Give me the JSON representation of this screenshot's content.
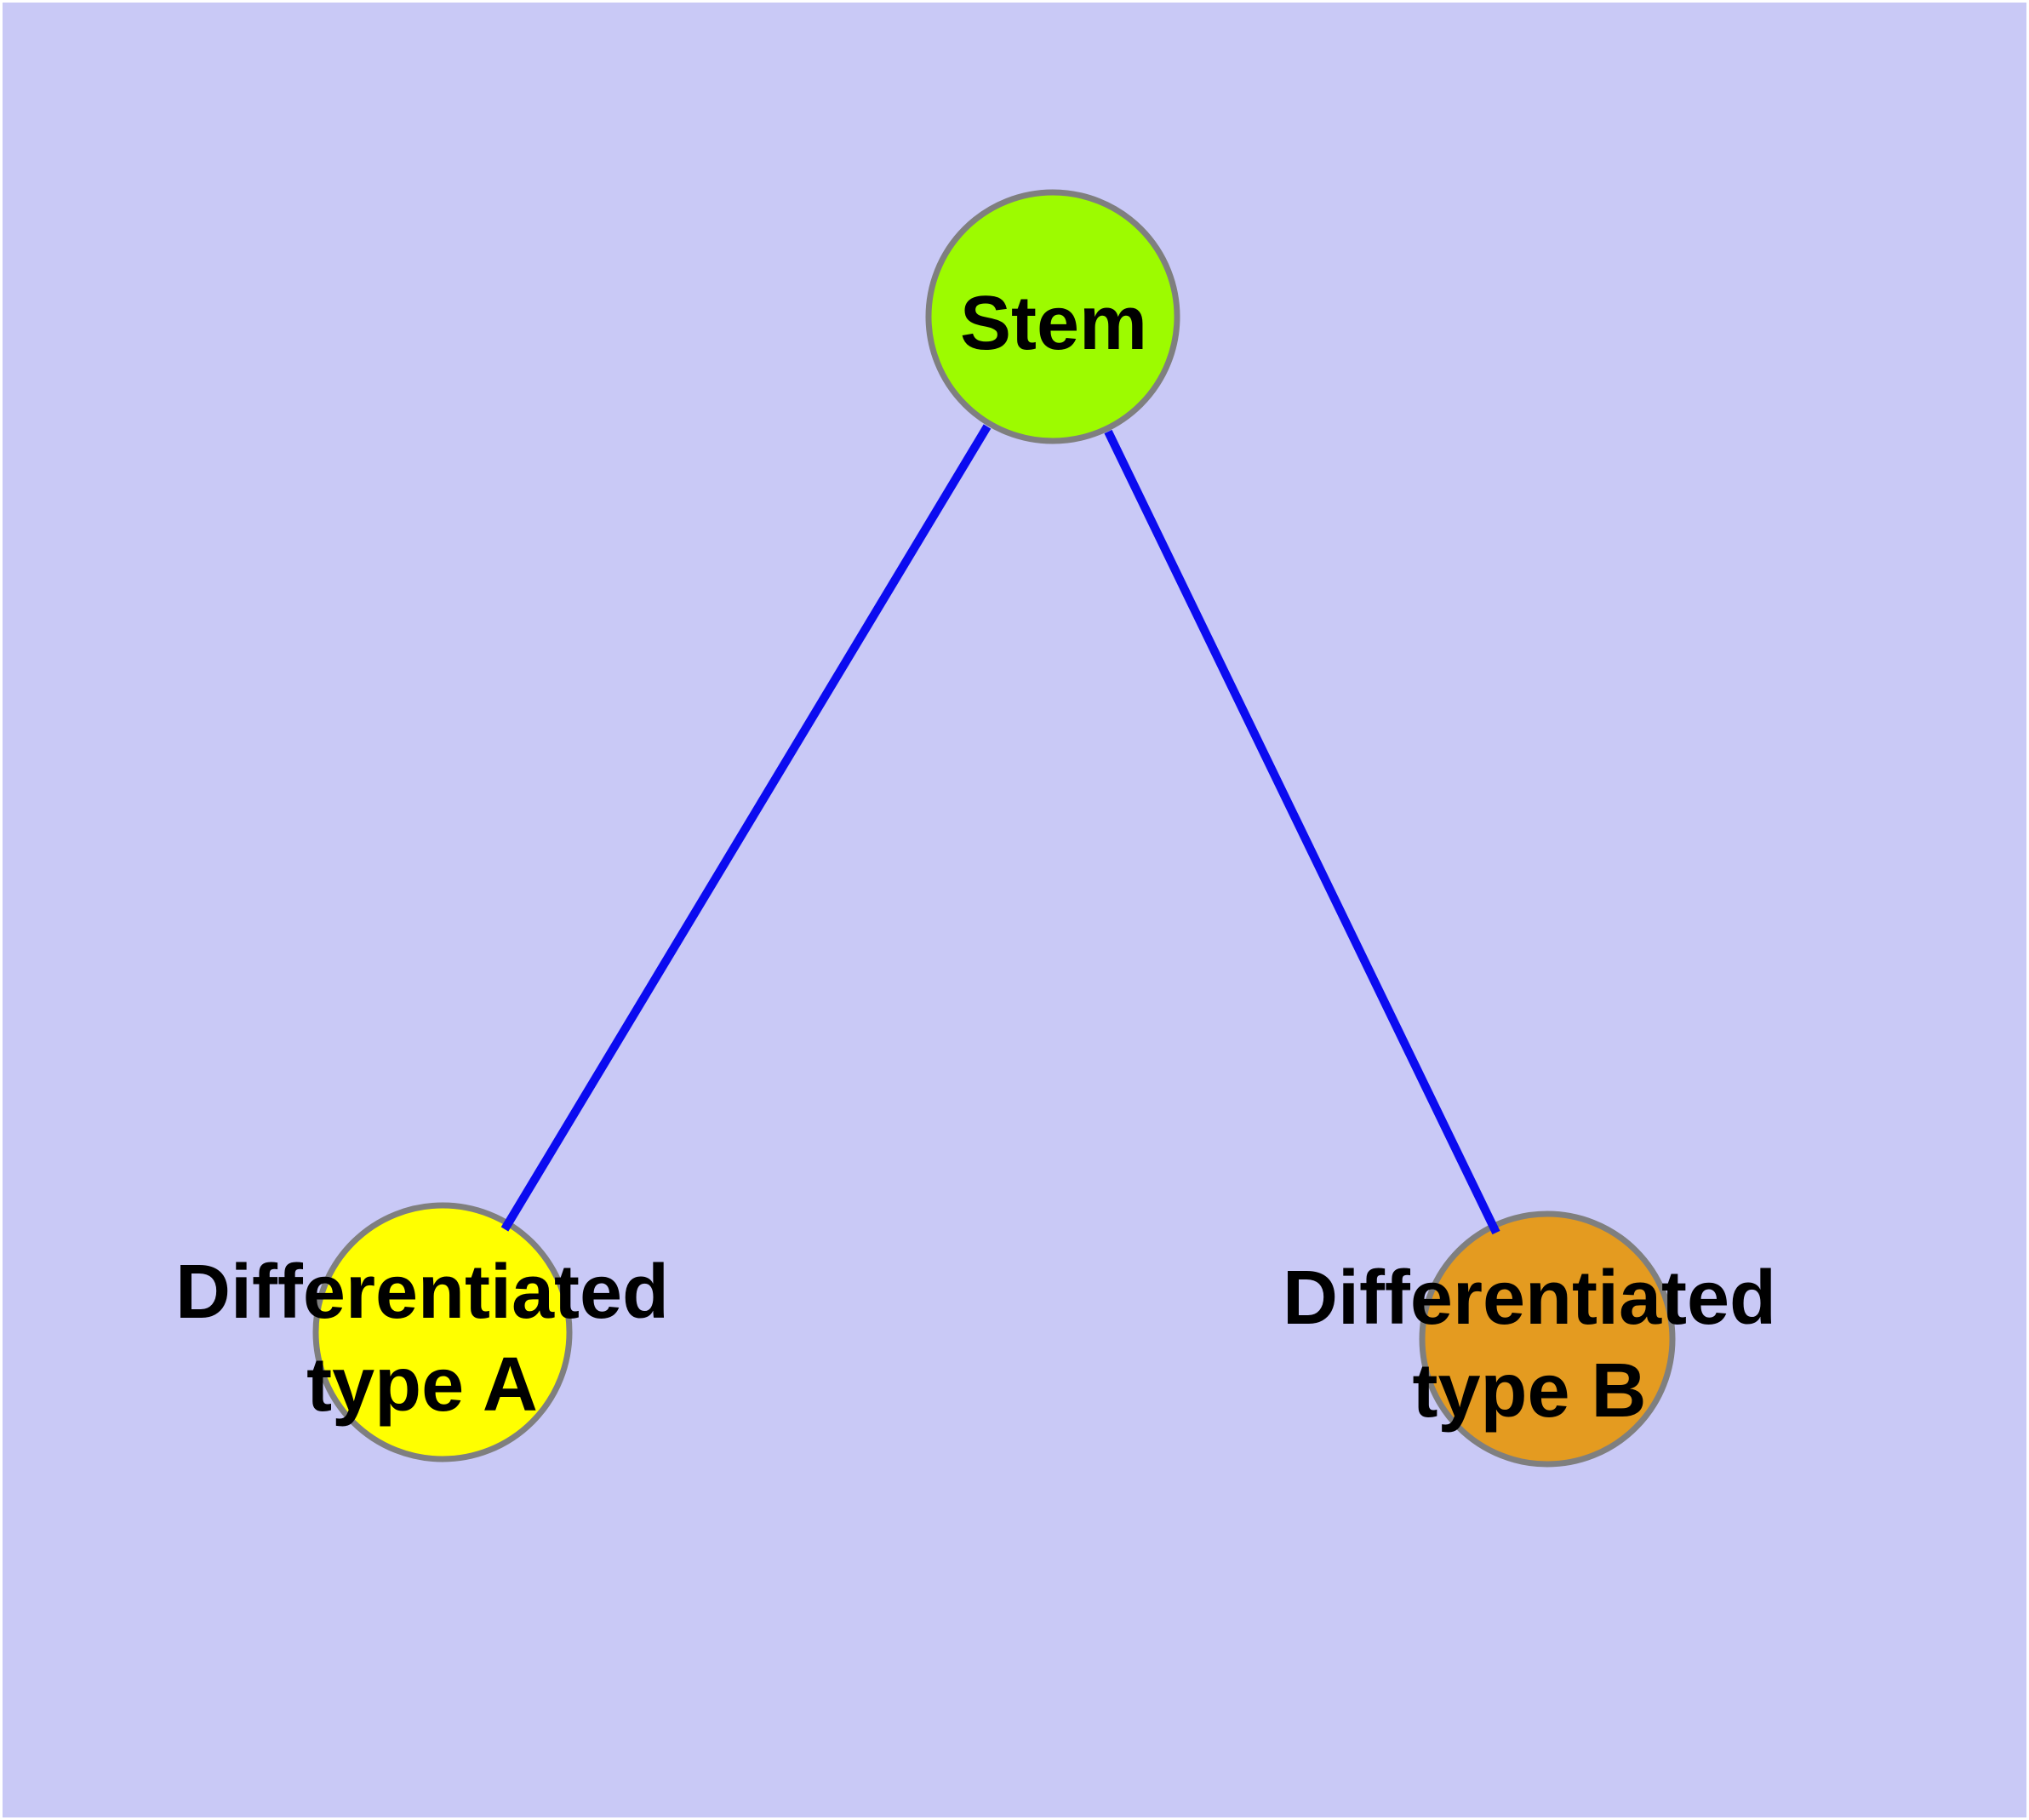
{
  "canvas": {
    "background_color": "#c9c9f6",
    "margin_color": "#ffffff"
  },
  "graph": {
    "edge_color": "#0b0bf0",
    "node_border_color": "#7f7f7f",
    "label_color": "#000000",
    "nodes": [
      {
        "id": "stem",
        "label": "Stem",
        "lines": [
          "Stem"
        ],
        "fill": "#9dfb00"
      },
      {
        "id": "differentiated-type-a",
        "label": "Differentiated type A",
        "lines": [
          "Differentiated",
          "type A"
        ],
        "fill": "#ffff00"
      },
      {
        "id": "differentiated-type-b",
        "label": "Differentiated type B",
        "lines": [
          "Differentiated",
          "type B"
        ],
        "fill": "#e49b20"
      }
    ],
    "edges": [
      {
        "from": "stem",
        "to": "differentiated-type-a"
      },
      {
        "from": "stem",
        "to": "differentiated-type-b"
      }
    ]
  }
}
